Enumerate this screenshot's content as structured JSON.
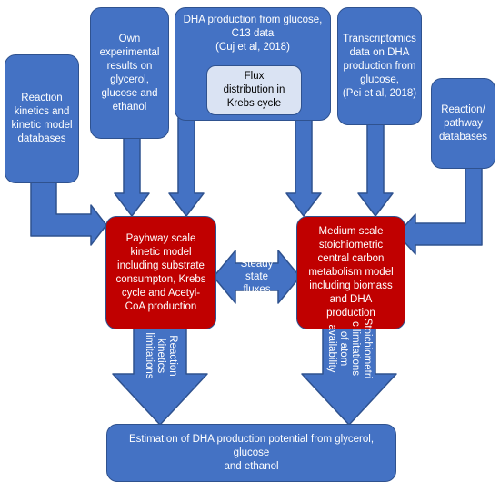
{
  "colors": {
    "box_blue": "#4472c4",
    "box_border": "#2f528f",
    "model_red": "#c00000",
    "inner_box": "#dae3f3",
    "text_on_dark": "#ffffff"
  },
  "sources": {
    "reaction_kinetics_db": "Reaction\nkinetics and\nkinetic model\ndatabases",
    "own_results": "Own\nexperimental\nresults on\nglycerol,\nglucose and\nethanol",
    "dha_glucose_c13": "DHA production from glucose,\nC13 data\n(Cuj et al, 2018)",
    "flux_distribution": "Flux\ndistribution in\nKrebs cycle",
    "transcriptomics": "Transcriptomics\ndata on DHA\nproduction from\nglucose,\n(Pei et al, 2018)",
    "reaction_pathway_db": "Reaction/\npathway\ndatabases"
  },
  "models": {
    "pathway_kinetic": "Payhway scale\nkinetic model\nincluding substrate\nconsumpton, Krebs\ncycle and Acetyl-\nCoA production",
    "stoichiometric": "Medium scale\nstoichiometric\ncentral carbon\nmetabolism model\nincluding biomass\nand DHA\nproduction"
  },
  "links": {
    "steady_state": "Steady\nstate\nfluxes",
    "reaction_limits": "Reaction\nkinetics\nlimitations",
    "stoich_limits": "Stoichiometri\nc limitations\nof atom\navailability"
  },
  "output": {
    "estimation": "Estimation of DHA production potential from glycerol, glucose\nand ethanol"
  }
}
